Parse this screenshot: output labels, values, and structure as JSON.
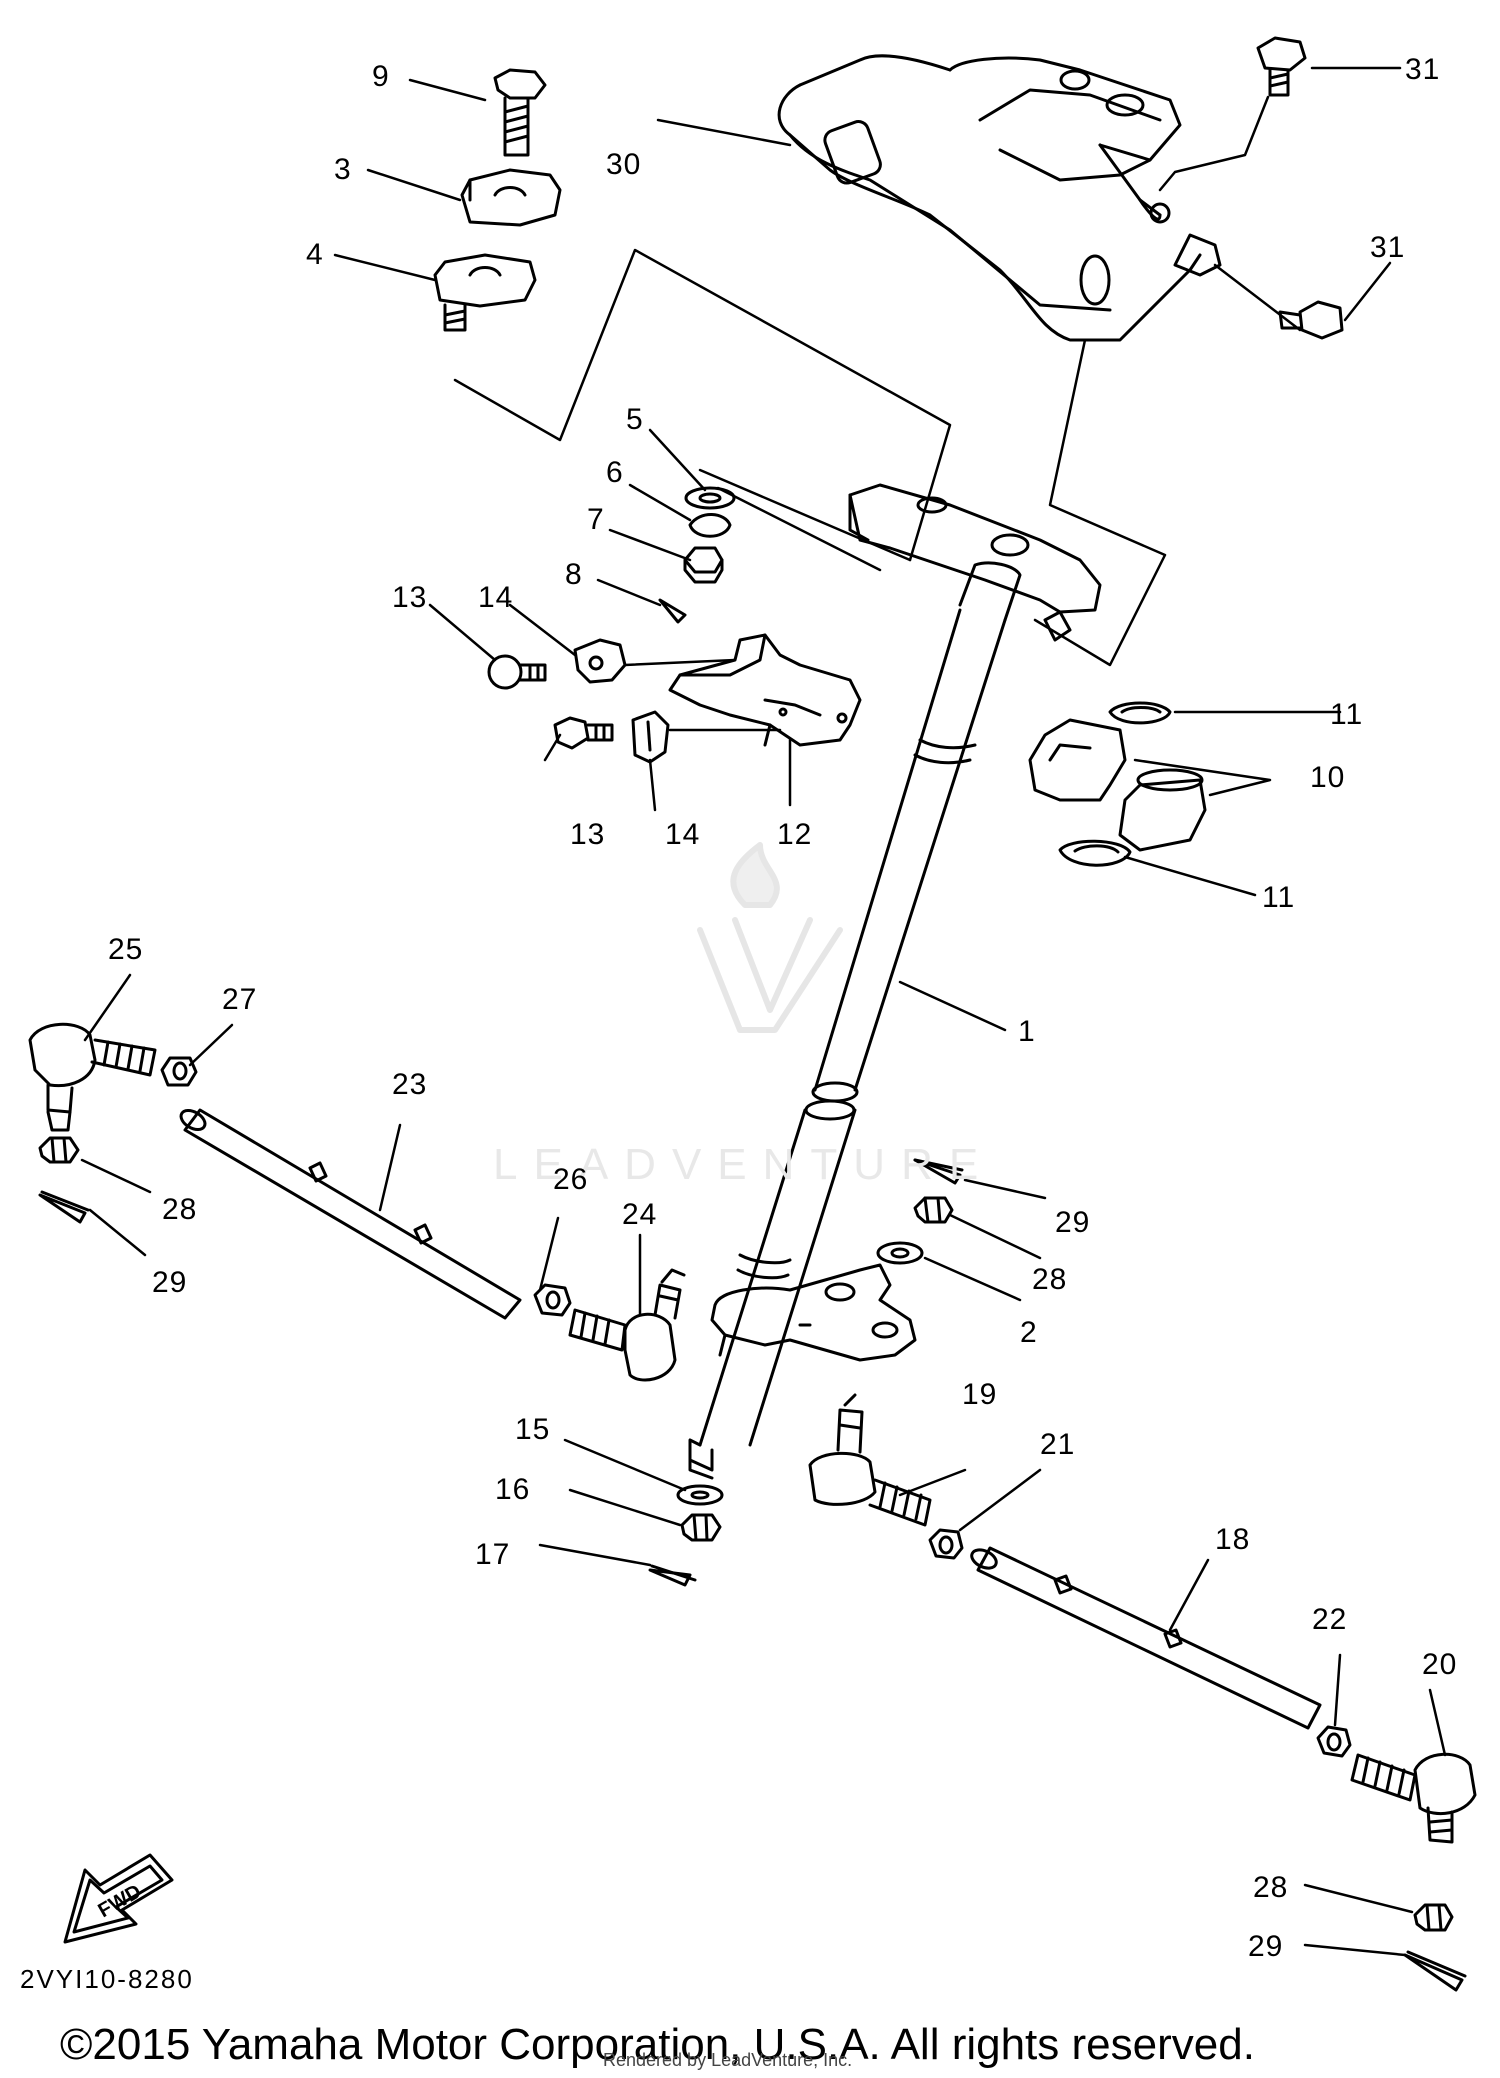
{
  "diagram_code": "2VYI10-8280",
  "fwd_label": "FWD",
  "watermark": "LEADVENTURE",
  "copyright": "©2015 Yamaha Motor Corporation, U.S.A. All rights reserved.",
  "rendered_by": "Rendered by LeadVenture, Inc.",
  "callouts": {
    "c1": "1",
    "c2": "2",
    "c3": "3",
    "c4": "4",
    "c5": "5",
    "c6": "6",
    "c7": "7",
    "c8": "8",
    "c9": "9",
    "c10": "10",
    "c11a": "11",
    "c11b": "11",
    "c12": "12",
    "c13a": "13",
    "c13b": "13",
    "c14a": "14",
    "c14b": "14",
    "c15": "15",
    "c16": "16",
    "c17": "17",
    "c18": "18",
    "c19": "19",
    "c20": "20",
    "c21": "21",
    "c22": "22",
    "c23": "23",
    "c24": "24",
    "c25": "25",
    "c26": "26",
    "c27": "27",
    "c28a": "28",
    "c28b": "28",
    "c28c": "28",
    "c29a": "29",
    "c29b": "29",
    "c29c": "29",
    "c30": "30",
    "c31a": "31",
    "c31b": "31"
  },
  "colors": {
    "ink": "#000000",
    "watermark": "#e6e6e6",
    "paper": "#ffffff"
  }
}
